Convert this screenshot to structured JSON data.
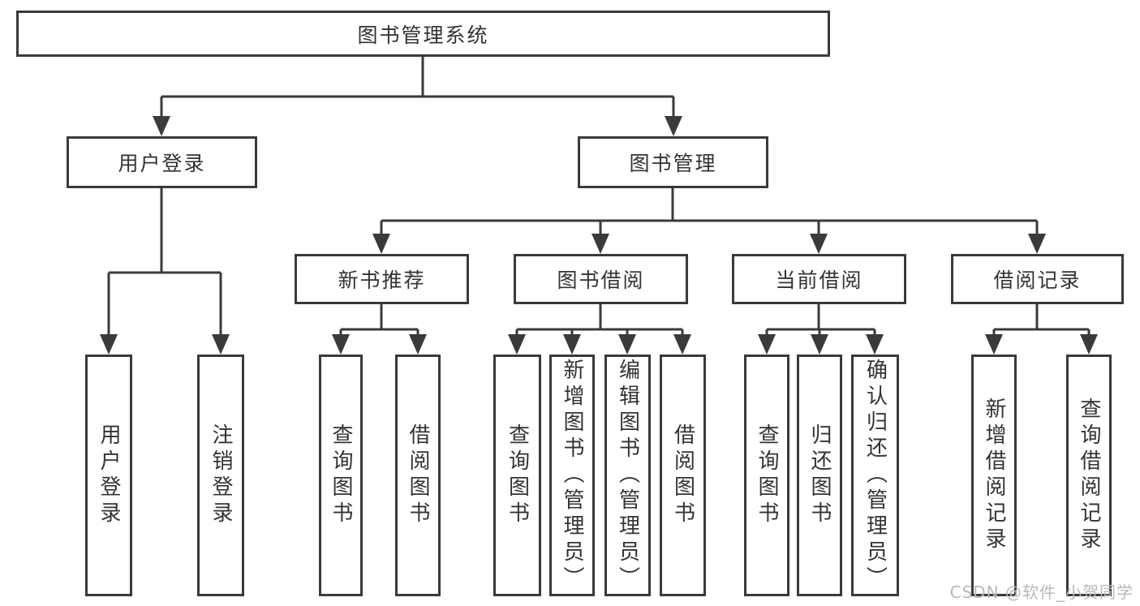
{
  "tree": {
    "root": {
      "label": "图书管理系统"
    },
    "level2": [
      {
        "label": "用户登录",
        "children": [
          {
            "label": "用户登录"
          },
          {
            "label": "注销登录"
          }
        ]
      },
      {
        "label": "图书管理",
        "children": [
          {
            "label": "新书推荐",
            "children": [
              {
                "label": "查询图书"
              },
              {
                "label": "借阅图书"
              }
            ]
          },
          {
            "label": "图书借阅",
            "children": [
              {
                "label": "查询图书"
              },
              {
                "label": "新增图书（管理员）"
              },
              {
                "label": "编辑图书（管理员）"
              },
              {
                "label": "借阅图书"
              }
            ]
          },
          {
            "label": "当前借阅",
            "children": [
              {
                "label": "查询图书"
              },
              {
                "label": "归还图书"
              },
              {
                "label": "确认归还（管理员）"
              }
            ]
          },
          {
            "label": "借阅记录",
            "children": [
              {
                "label": "新增借阅记录"
              },
              {
                "label": "查询借阅记录"
              }
            ]
          }
        ]
      }
    ]
  },
  "watermark": "CSDN @软件_小贺同学",
  "colors": {
    "line": "#3a3a3a",
    "text": "#333333",
    "watermark": "#b9b9b9",
    "background": "#ffffff"
  }
}
